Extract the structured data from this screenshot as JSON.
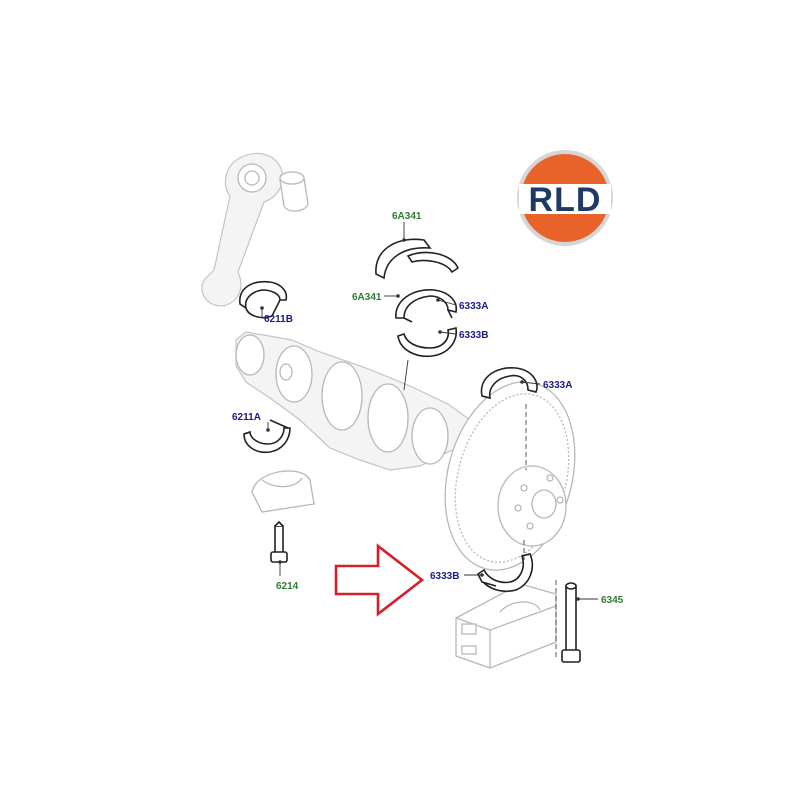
{
  "logo": {
    "text": "RLD",
    "colors": {
      "orange": "#e8632a",
      "navy": "#1f3a64",
      "silver": "#d6d6d6"
    }
  },
  "colors": {
    "label_blue": "#1a1a8c",
    "label_green": "#2e7d32",
    "arrow_red": "#d4202a"
  },
  "labels": {
    "thrust_washer_top": "6A341",
    "thrust_washer_bottom": "6A341",
    "main_bearing_upper": "6333A",
    "main_bearing_lower": "6333B",
    "main_bearing_upper_right": "6333A",
    "main_bearing_lower_highlight": "6333B",
    "rod_bearing_upper": "6211B",
    "rod_bearing_lower": "6211A",
    "rod_bolt": "6214",
    "main_cap_bolt": "6345"
  },
  "icons": {
    "highlight_arrow": "right-arrow-icon"
  }
}
